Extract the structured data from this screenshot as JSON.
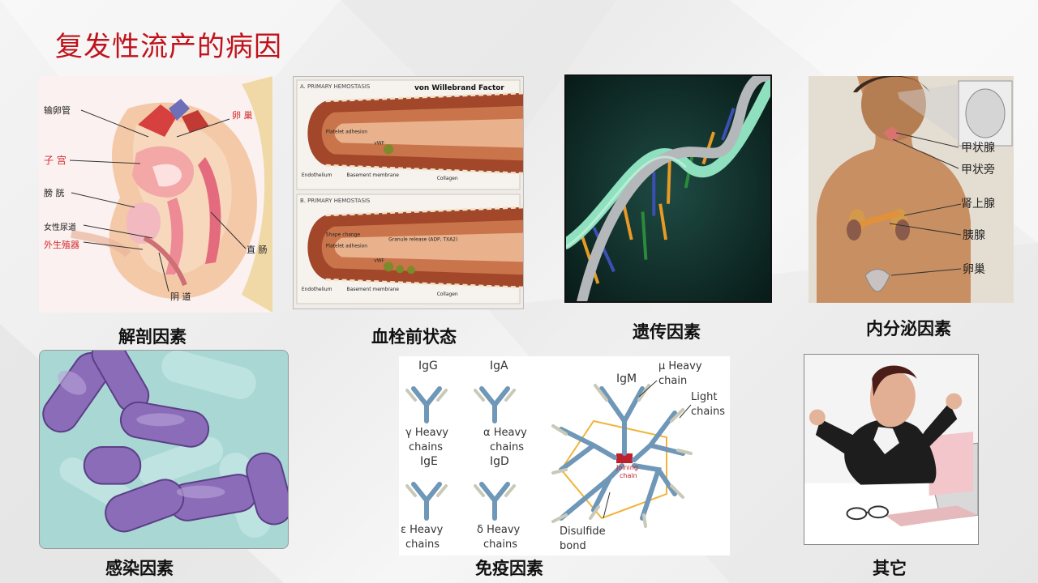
{
  "slide": {
    "title": "复发性流产的病因"
  },
  "anatomy": {
    "caption": "解剖因素",
    "labels": {
      "fallopian_tube": "输卵管",
      "uterus": "子 宫",
      "bladder": "膀 胱",
      "urethra": "女性尿道",
      "genitalia": "外生殖器",
      "ovary": "卵 巢",
      "rectum": "直 肠",
      "vagina": "阴 道"
    },
    "colors": {
      "highlight": "#d42a2a",
      "text": "#222222"
    }
  },
  "thrombus": {
    "caption": "血栓前状态",
    "panel_a_title": "A. PRIMARY HEMOSTASIS",
    "panel_b_title": "B. PRIMARY HEMOSTASIS",
    "vwf_label": "von Willebrand Factor",
    "a_labels": [
      "Platelet adhesion",
      "vWF",
      "Endothelium",
      "Basement membrane",
      "Collagen"
    ],
    "b_labels": [
      "Shape change",
      "Platelet adhesion",
      "Granule release (ADP, TXA2)",
      "vWF",
      "Endothelium",
      "Basement membrane",
      "Collagen"
    ]
  },
  "genetic": {
    "caption": "遗传因素"
  },
  "endocrine": {
    "caption": "内分泌因素",
    "labels": [
      "甲状腺",
      "甲状旁",
      "肾上腺",
      "胰腺",
      "卵巢"
    ]
  },
  "infection": {
    "caption": "感染因素"
  },
  "immune": {
    "caption": "免疫因素",
    "IgG": {
      "name": "IgG",
      "chain_line1": "γ Heavy",
      "chain_line2": "chains"
    },
    "IgA": {
      "name": "IgA",
      "chain_line1": "α Heavy",
      "chain_line2": "chains"
    },
    "IgE": {
      "name": "IgE",
      "chain_line1": "ε Heavy",
      "chain_line2": "chains"
    },
    "IgD": {
      "name": "IgD",
      "chain_line1": "δ Heavy",
      "chain_line2": "chains"
    },
    "IgM": {
      "name": "IgM",
      "heavy_line1": "μ Heavy",
      "heavy_line2": "chain",
      "light_line1": "Light",
      "light_line2": "chains",
      "joining_line1": "Joining",
      "joining_line2": "chain",
      "disulfide_line1": "Disulfide",
      "disulfide_line2": "bond"
    },
    "colors": {
      "antibody": "#7fa8c9",
      "link": "#f1b43a",
      "joining": "#c0202a"
    }
  },
  "other": {
    "caption": "其它"
  }
}
